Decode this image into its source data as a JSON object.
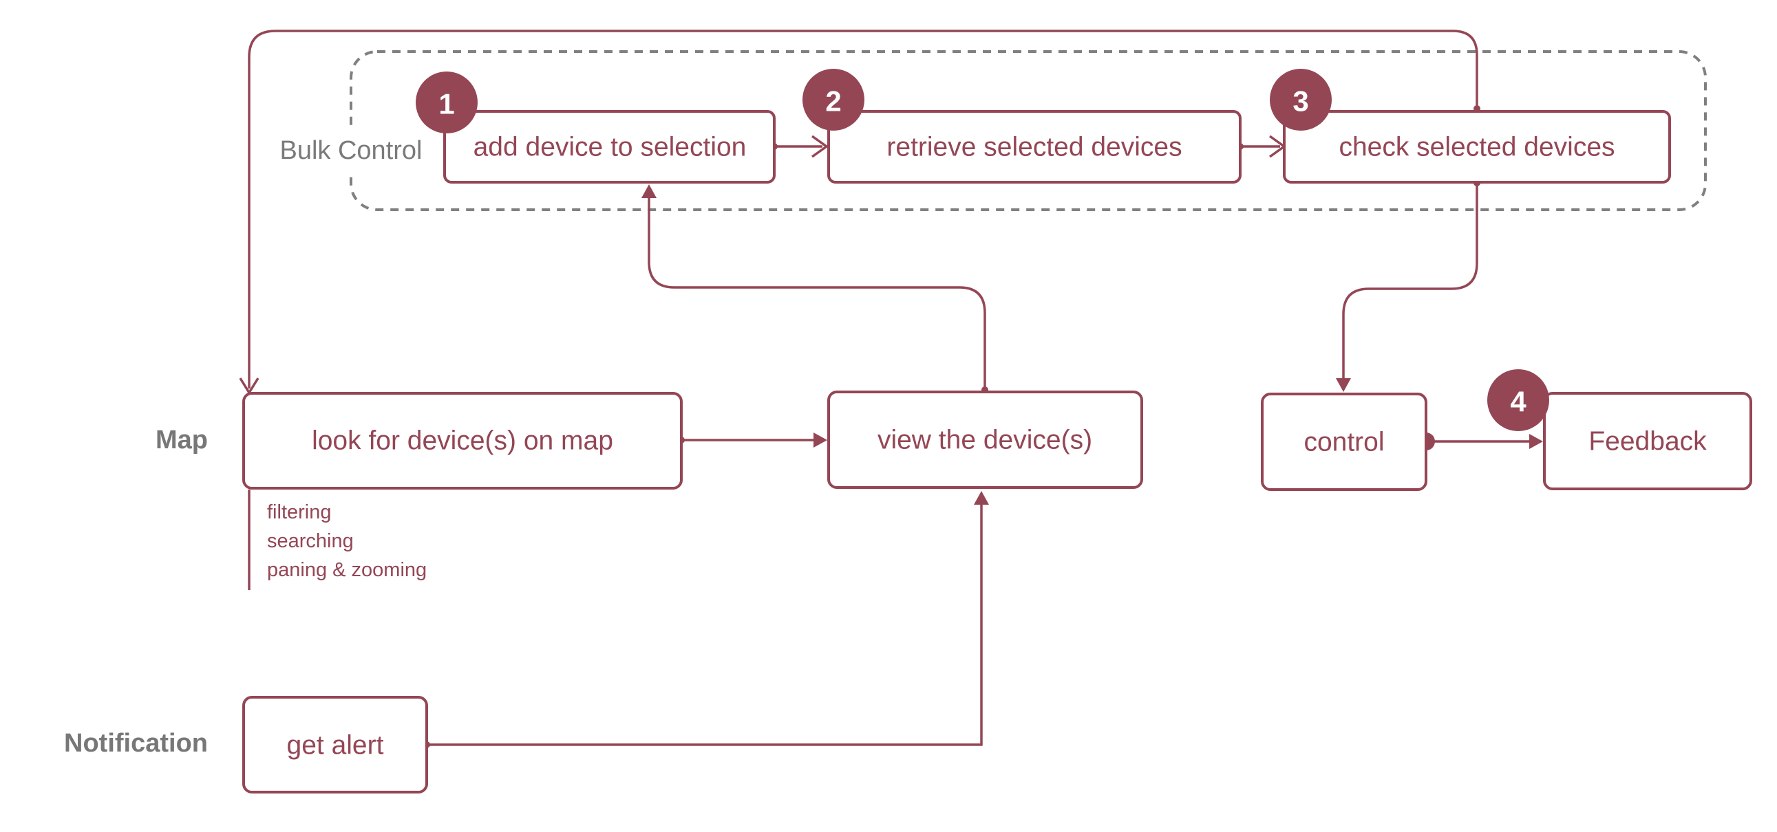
{
  "colors": {
    "primary": "#944655",
    "lane_label": "#777777",
    "group_border": "#808080",
    "group_label": "#7a7a7a"
  },
  "lanes": {
    "map": "Map",
    "notification": "Notification"
  },
  "group": {
    "bulk_control": "Bulk Control"
  },
  "nodes": {
    "add_device": "add device to selection",
    "retrieve": "retrieve selected devices",
    "check": "check selected devices",
    "look_for": "look for device(s) on map",
    "view": "view the device(s)",
    "control": "control",
    "feedback": "Feedback",
    "get_alert": "get alert"
  },
  "badges": {
    "step1": "1",
    "step2": "2",
    "step3": "3",
    "step4": "4"
  },
  "notes": {
    "filtering": "filtering",
    "searching": "searching",
    "panning": "paning & zooming"
  }
}
